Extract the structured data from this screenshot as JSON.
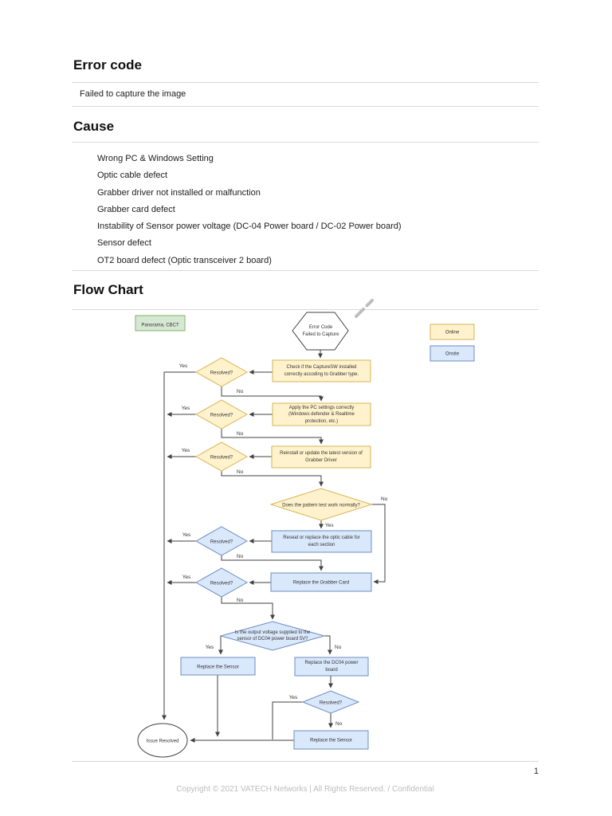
{
  "document": {
    "sections": {
      "error_code": {
        "heading": "Error code",
        "value": "Failed to capture the image"
      },
      "cause": {
        "heading": "Cause",
        "items": [
          "Wrong PC & Windows Setting",
          "Optic cable defect",
          "Grabber driver not installed or malfunction",
          "Grabber card defect",
          "Instability of Sensor power voltage (DC-04 Power board / DC-02 Power board)",
          "Sensor defect",
          "OT2 board defect (Optic transceiver 2 board)"
        ]
      },
      "flow_chart": {
        "heading": "Flow Chart"
      }
    },
    "page_number": "1",
    "footer": "Copyright © 2021 VATECH Networks | All Rights Reserved. / Confidential"
  },
  "flowchart": {
    "modality_tag": "Panorama, CBCT",
    "legend": {
      "online": "Online",
      "onsite": "Onsite"
    },
    "labels": {
      "yes": "Yes",
      "no": "No",
      "resolved": "Resolved?"
    },
    "nodes": {
      "start": "Error Code\nFailed to Capture",
      "check_capturesw": "Check if the CaptureSW installed\ncorrectly accoding to Grabber type.",
      "apply_pc_settings": "Apply the PC settings correctly\n(Windows defender & Realtime\nprotection, etc.)",
      "reinstall_driver": "Reinstall or update the latest version of\nGrabber Driver",
      "pattern_test": "Does the pattern test work normally?",
      "reseat_optic_cable": "Reseat or replace the optic cable for\neach section",
      "replace_grabber_card": "Replace the Grabber Card",
      "voltage_check": "Is the output voltage supplied to the\nsensor of DC04 power board 5V?",
      "replace_sensor": "Replace the Sensor",
      "replace_dc04": "Replace the DC04 power\nboard",
      "replace_sensor_final": "Replace the Sensor",
      "issue_resolved": "Issue Resolved"
    },
    "colors": {
      "online_fill": "#FFF2CC",
      "online_border": "#D6B656",
      "onsite_fill": "#DAE8FC",
      "onsite_border": "#6C8EBF",
      "modality_fill": "#D5E8D4",
      "modality_border": "#82B366",
      "shape_outline": "#424242",
      "connector": "#424242"
    }
  }
}
